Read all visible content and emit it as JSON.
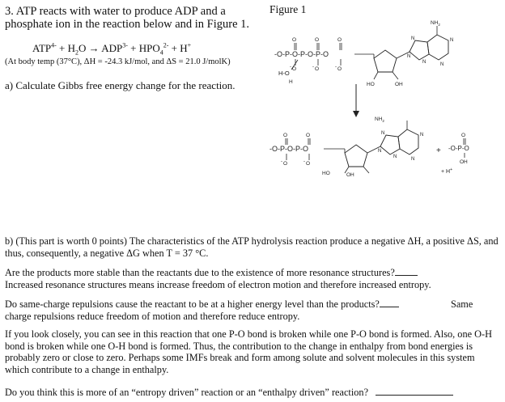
{
  "question": {
    "title_line1": "3. ATP reacts with water to produce ADP and a",
    "title_line2": "phosphate ion in the reaction below and in Figure 1.",
    "equation": {
      "atp": "ATP",
      "atp_charge": "4-",
      "plus1": " + H",
      "h2o_sub": "2",
      "h2o_o": "O ",
      "arrow": "→",
      "adp": " ADP",
      "adp_charge": "3-",
      "hpo": " + HPO",
      "hpo_sub": "4",
      "hpo_charge": "2-",
      "plus_h": " + H",
      "h_charge": "+"
    },
    "conditions": "(At body temp (37°C), ΔH = -24.3 kJ/mol, and ΔS = 21.0 J/molK)",
    "part_a": "a)  Calculate Gibbs free energy change for the reaction."
  },
  "figure": {
    "label": "Figure 1",
    "atp_phosphates": "-O-P-O-P-O-P-O",
    "double_o": "O",
    "minus_o": "O",
    "minus_sign": "-",
    "water": "H-O",
    "water_h": "H",
    "nh2": "NH",
    "nh2_sub": "2",
    "n": "N",
    "ho": "HO",
    "oh": "OH",
    "adp_phosphates": "-O-P-O-P-O",
    "plus": "+",
    "phosphate_ion": "-O-P-O",
    "h_plus": "+ H",
    "h_plus_charge": "+"
  },
  "part_b": {
    "intro": "b) (This part is worth 0 points) The characteristics of the ATP hydrolysis reaction produce a negative ΔH, a positive ΔS, and thus, consequently, a negative ΔG when T = 37 °C.",
    "q1_line1": "Are the products more stable than the reactants due to the existence of more resonance structures?",
    "q1_line2": "Increased resonance structures means increase freedom of electron motion and therefore increased entropy.",
    "q2_line1": "Do same-charge repulsions cause the reactant to be at a higher energy level than the products?",
    "q2_answer": "Same",
    "q2_line2": "charge repulsions reduce freedom of motion and therefore reduce entropy.",
    "q3": "If you look closely, you can see in this reaction that one P-O bond is broken while one P-O bond is formed. Also, one O-H bond is broken while one O-H bond is formed.  Thus, the contribution to the change in enthalpy from bond energies is probably zero or close to zero.  Perhaps some IMFs break and form among solute and solvent molecules in this system which contribute to a change in enthalpy.",
    "q4": "Do you think this is more of an “entropy driven” reaction or an “enthalpy driven” reaction?"
  }
}
